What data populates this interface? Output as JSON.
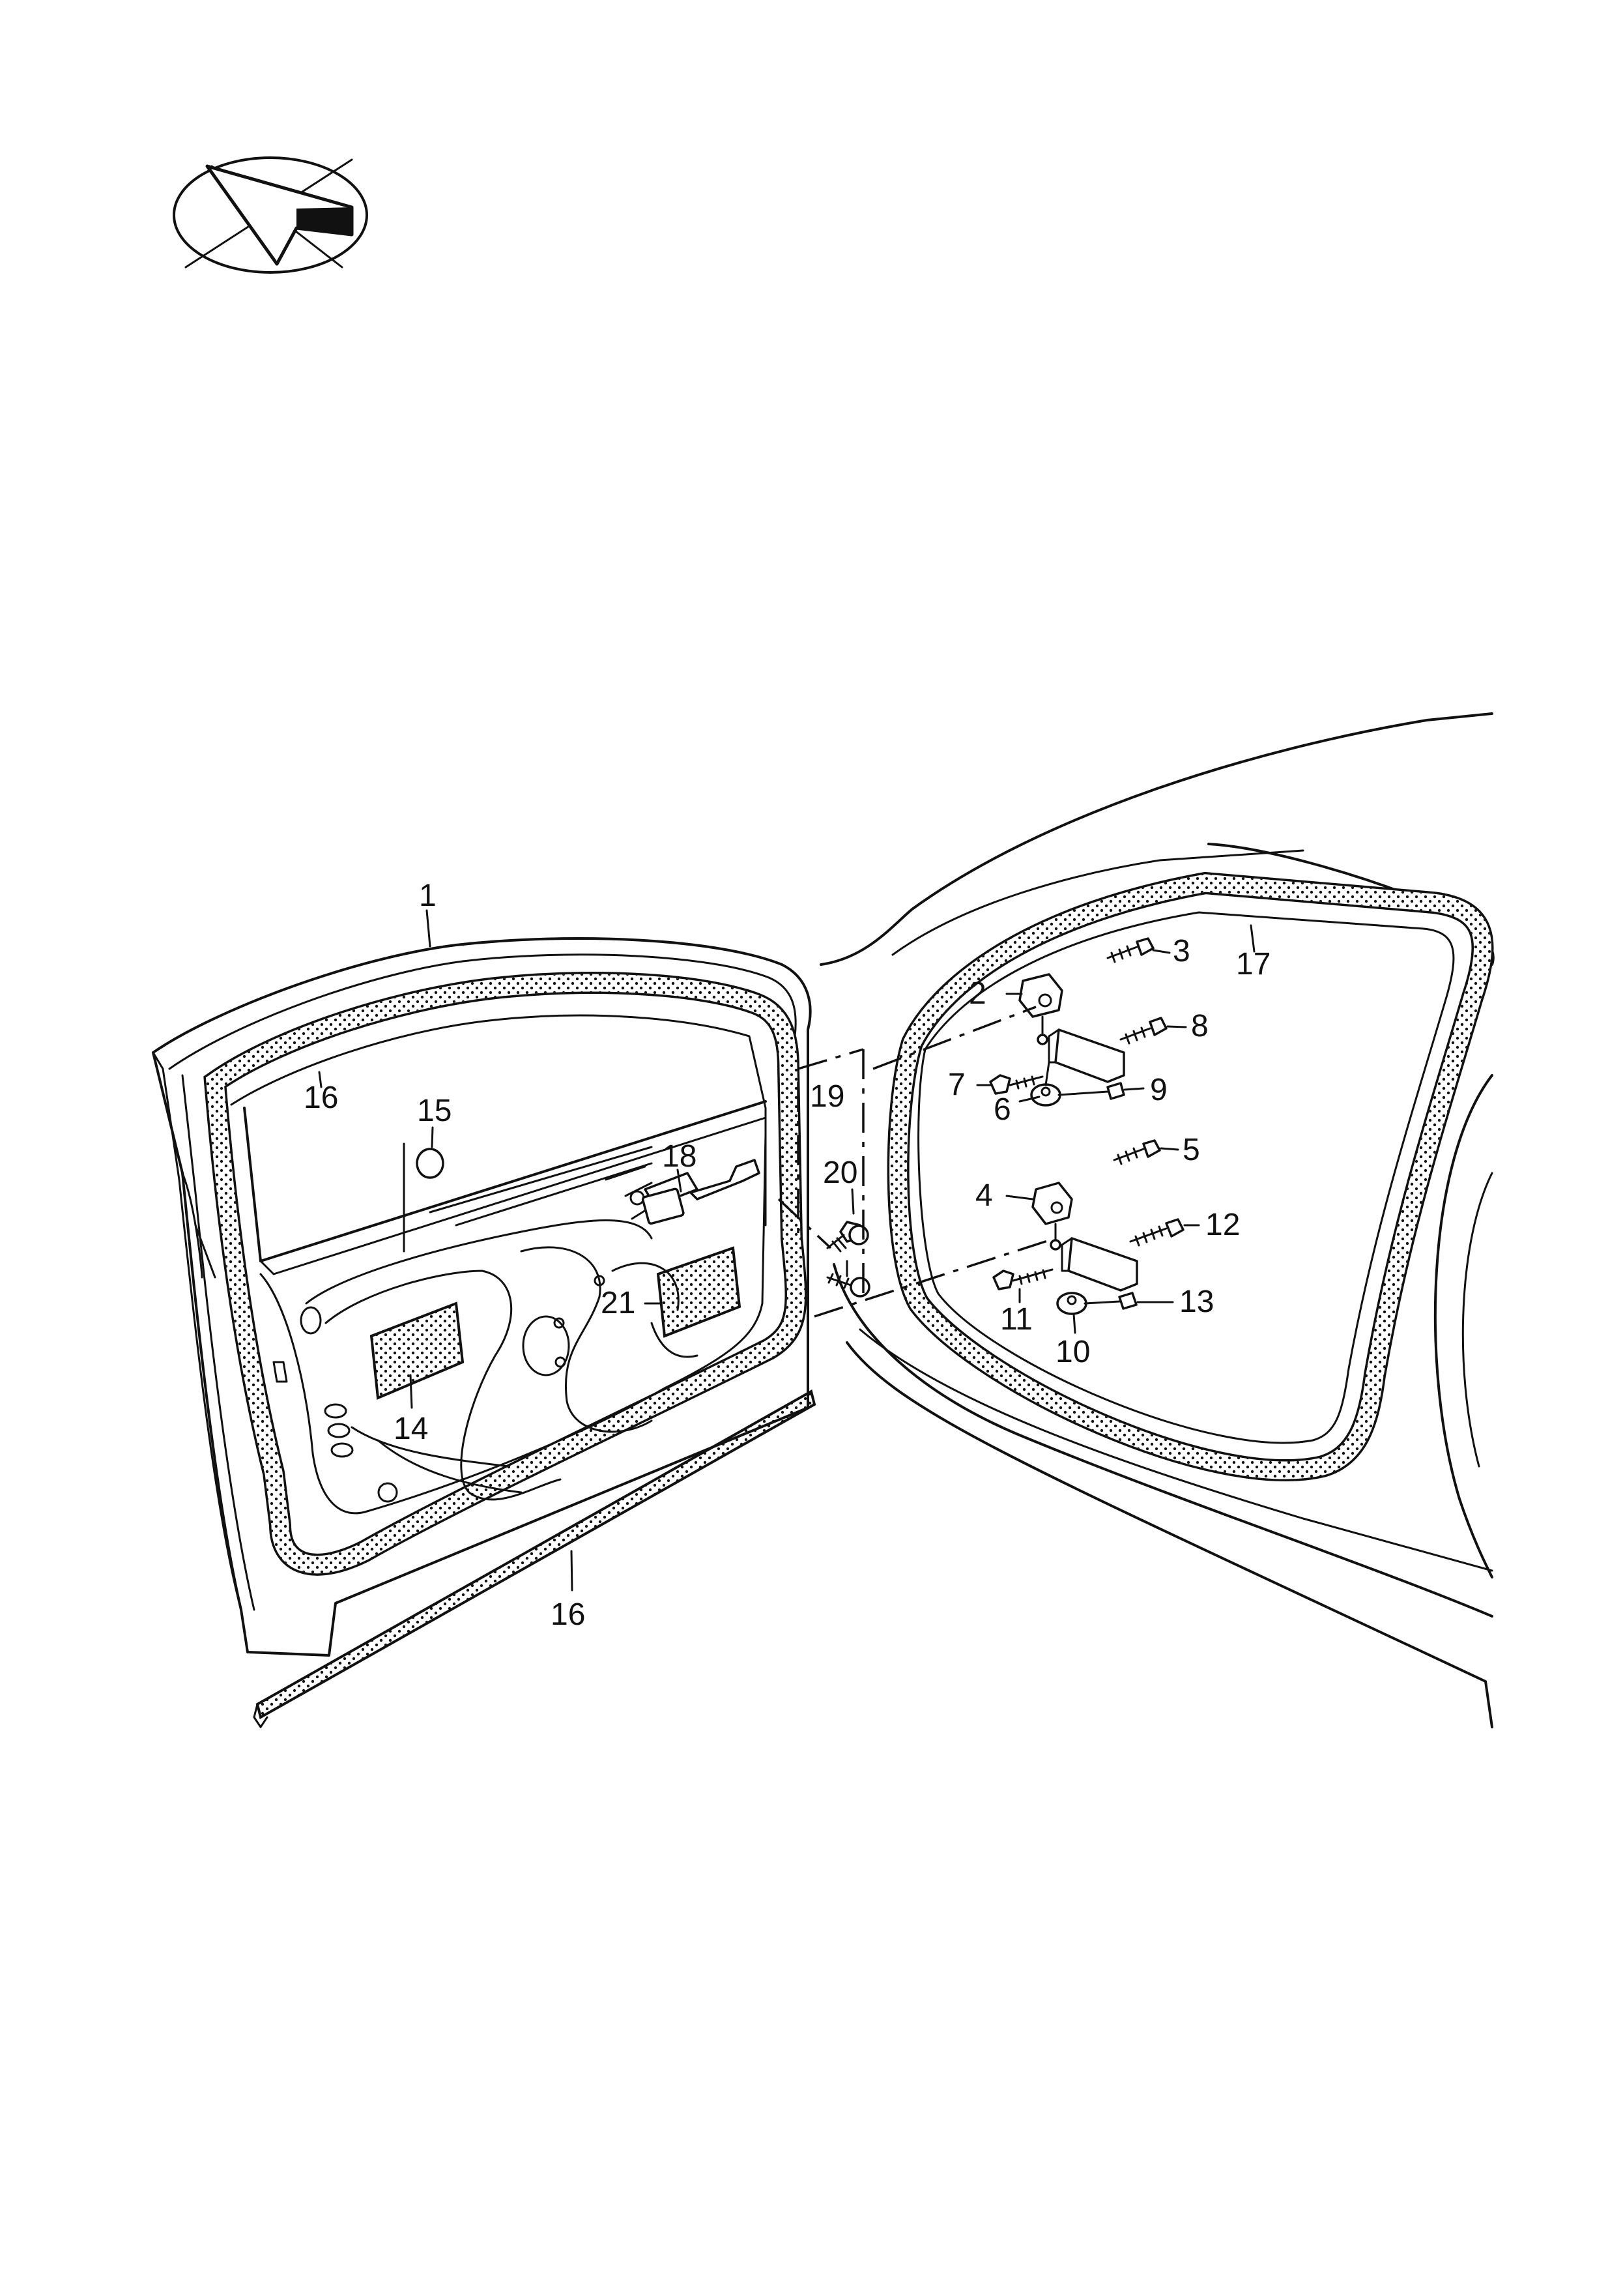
{
  "diagram": {
    "icon": "vehicle-orientation-arrow-icon",
    "line_color": "#111111",
    "background": "#ffffff"
  },
  "callouts": {
    "c1": "1",
    "c2": "2",
    "c3": "3",
    "c4": "4",
    "c5": "5",
    "c6": "6",
    "c7": "7",
    "c8": "8",
    "c9": "9",
    "c10": "10",
    "c11": "11",
    "c12": "12",
    "c13": "13",
    "c14": "14",
    "c15": "15",
    "c16a": "16",
    "c16b": "16",
    "c17": "17",
    "c18": "18",
    "c19": "19",
    "c20": "20",
    "c21": "21"
  }
}
